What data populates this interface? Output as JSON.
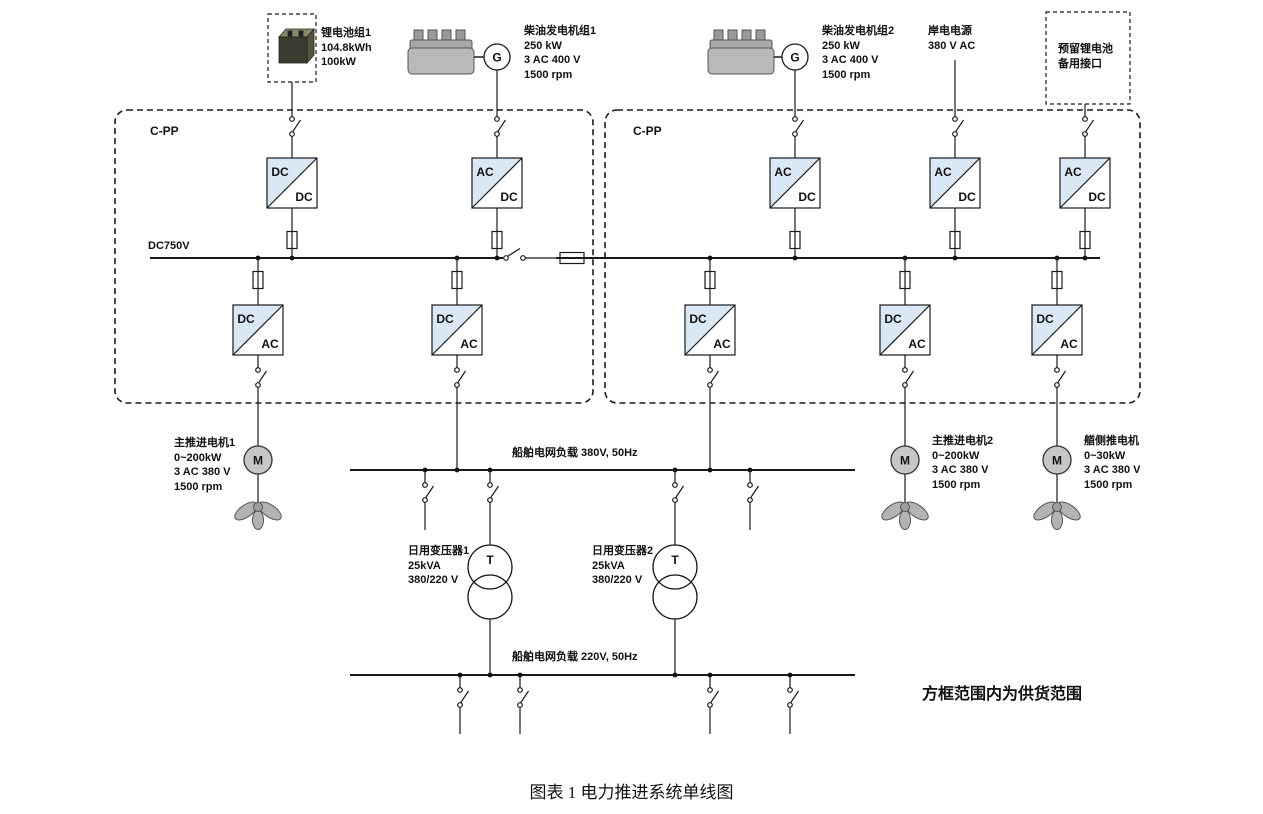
{
  "caption": "图表 1 电力推进系统单线图",
  "scope_note": "方框范围内为供货范围",
  "panels": {
    "left": "C-PP",
    "right": "C-PP"
  },
  "dc_bus": {
    "label": "DC750V"
  },
  "sources": {
    "battery1": {
      "label": "锂电池组1\n104.8kWh\n100kW"
    },
    "diesel1": {
      "label": "柴油发电机组1\n250 kW\n3 AC 400 V\n1500 rpm"
    },
    "diesel2": {
      "label": "柴油发电机组2\n250 kW\n3 AC 400 V\n1500 rpm"
    },
    "shore": {
      "label": "岸电电源\n380 V AC"
    },
    "reserved": {
      "label": "预留锂电池\n备用接口"
    }
  },
  "loads": {
    "motor1": {
      "label": "主推进电机1\n0~200kW\n3 AC 380 V\n1500 rpm"
    },
    "motor2": {
      "label": "主推进电机2\n0~200kW\n3 AC 380 V\n1500 rpm"
    },
    "thruster": {
      "label": "艏侧推电机\n0~30kW\n3 AC 380 V\n1500 rpm"
    },
    "bus380": {
      "label": "船舶电网负载 380V, 50Hz"
    },
    "bus220": {
      "label": "船舶电网负载 220V, 50Hz"
    },
    "transformer1": {
      "label": "日用变压器1\n25kVA\n380/220 V"
    },
    "transformer2": {
      "label": "日用变压器2\n25kVA\n380/220 V"
    }
  },
  "symbols": {
    "generator": "G",
    "motor": "M",
    "transformer": "T"
  },
  "converters": [
    {
      "top": "DC",
      "bottom": "DC"
    },
    {
      "top": "AC",
      "bottom": "DC"
    },
    {
      "top": "AC",
      "bottom": "DC"
    },
    {
      "top": "AC",
      "bottom": "DC"
    },
    {
      "top": "AC",
      "bottom": "DC"
    },
    {
      "top": "DC",
      "bottom": "AC"
    },
    {
      "top": "DC",
      "bottom": "AC"
    },
    {
      "top": "DC",
      "bottom": "AC"
    },
    {
      "top": "DC",
      "bottom": "AC"
    },
    {
      "top": "DC",
      "bottom": "AC"
    }
  ],
  "colors": {
    "converter_fill": "#d9e8f4",
    "line": "#1a1a1a"
  }
}
